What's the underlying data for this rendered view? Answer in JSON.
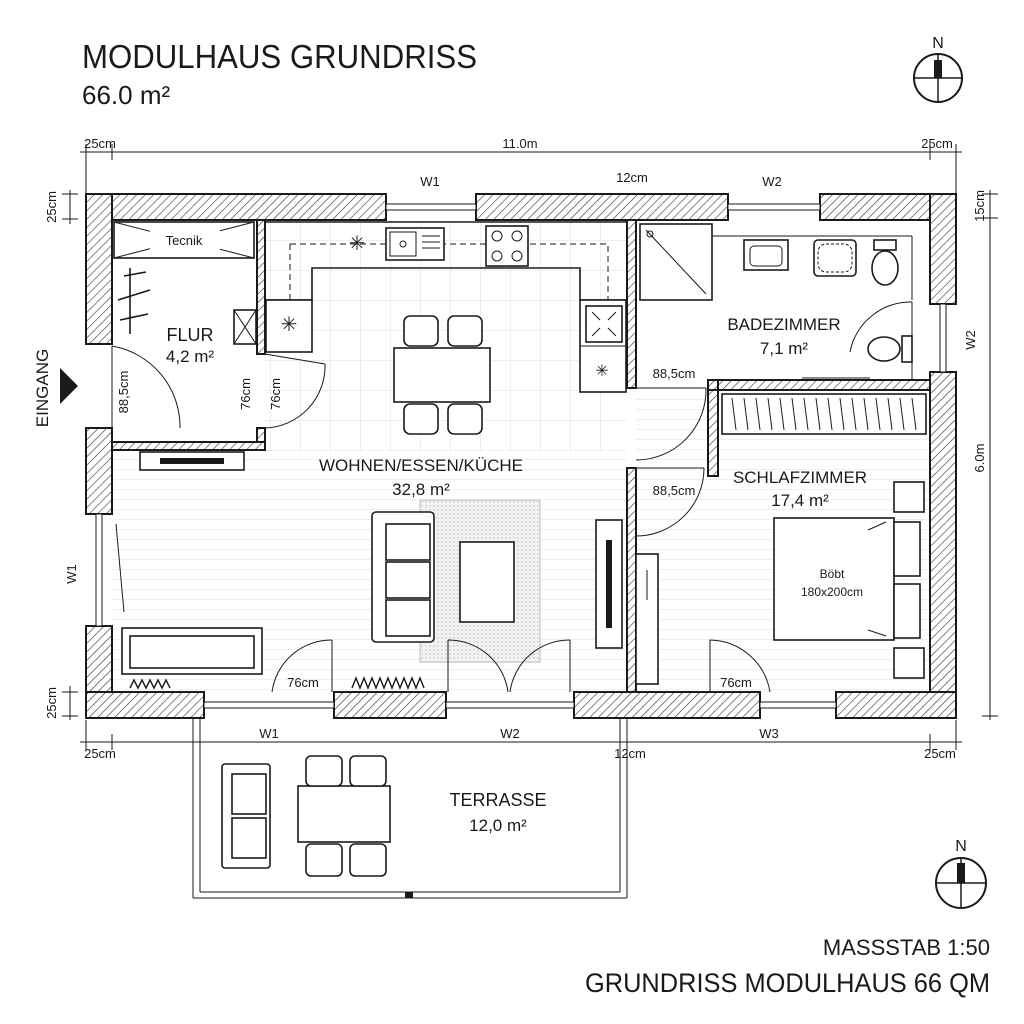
{
  "title": {
    "main": "MODULHAUS GRUNDRISS",
    "area": "66.0 m²",
    "scale": "MASSSTAB 1:50",
    "bottom": "GRUNDRISS MODULHAUS 66 QM"
  },
  "north_label": "N",
  "entrance_label": "EINGANG",
  "rooms": {
    "technik": "Tecnik",
    "flur_name": "FLUR",
    "flur_area": "4,2 m²",
    "wohnen_name": "WOHNEN/ESSEN/KÜCHE",
    "wohnen_area": "32,8 m²",
    "bad_name": "BADEZIMMER",
    "bad_area": "7,1 m²",
    "schlaf_name": "SCHLAFZIMMER",
    "schlaf_area": "17,4 m²",
    "bett_name": "Böbt",
    "bett_size": "180x200cm",
    "terrasse_name": "TERRASSE",
    "terrasse_area": "12,0 m²"
  },
  "dimensions": {
    "top_left": "25cm",
    "top_total": "11.0m",
    "top_right": "25cm",
    "top_mid": "12cm",
    "left_top": "25cm",
    "left_bottom": "25cm",
    "right_top": "15cm",
    "right_height": "6.0m",
    "bottom_left": "25cm",
    "bottom_mid": "12cm",
    "bottom_right": "25cm",
    "door_flur": "88,5cm",
    "door_flur_inner1": "76cm",
    "door_flur_inner2": "76cm",
    "door_bad": "88,5cm",
    "door_schlaf": "88,5cm",
    "door_terrasse": "76cm",
    "door_schlaf_bottom": "76cm"
  },
  "windows": {
    "top_w1": "W1",
    "top_w2": "W2",
    "right_w2": "W2",
    "left_w1": "W1",
    "bottom_w1": "W1",
    "bottom_w2": "W2",
    "bottom_w3": "W3"
  }
}
